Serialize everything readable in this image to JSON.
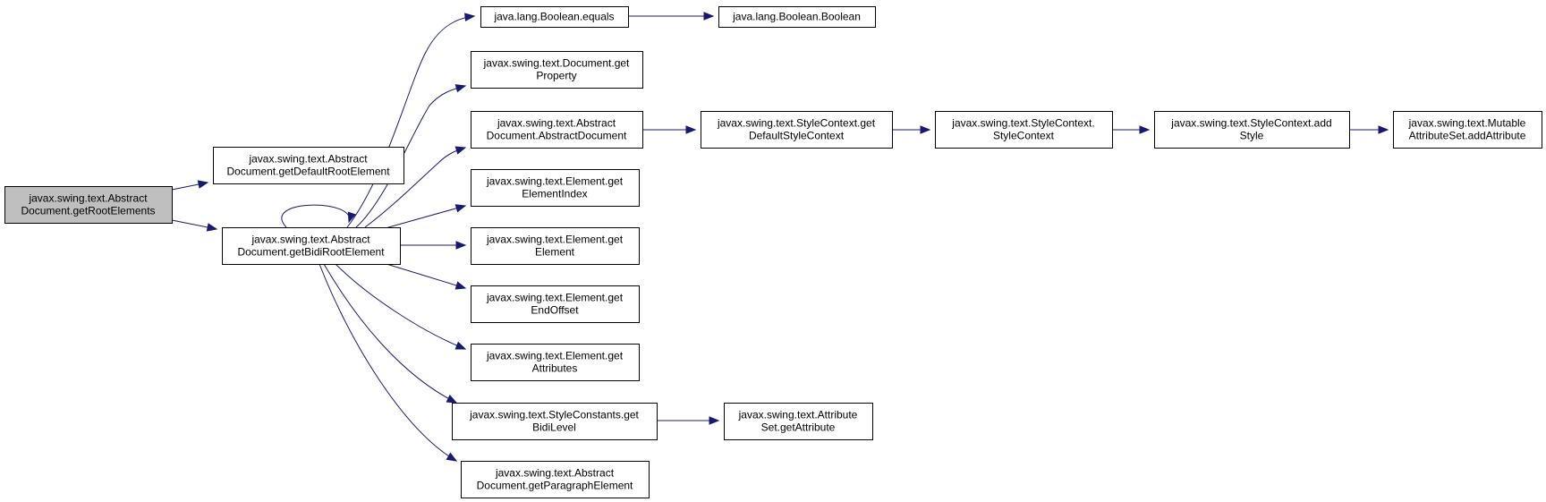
{
  "diagram": {
    "type": "call-graph",
    "colors": {
      "edge": "#191970",
      "root_fill": "#bfbfbf",
      "node_fill": "#ffffff",
      "node_border": "#000000"
    },
    "nodes": [
      {
        "id": "n0",
        "lines": [
          "javax.swing.text.Abstract",
          "Document.getRootElements"
        ],
        "root": true
      },
      {
        "id": "n1",
        "lines": [
          "javax.swing.text.Abstract",
          "Document.getDefaultRootElement"
        ]
      },
      {
        "id": "n2",
        "lines": [
          "javax.swing.text.Abstract",
          "Document.getBidiRootElement"
        ]
      },
      {
        "id": "n3",
        "lines": [
          "java.lang.Boolean.equals"
        ]
      },
      {
        "id": "n4",
        "lines": [
          "java.lang.Boolean.Boolean"
        ]
      },
      {
        "id": "n5",
        "lines": [
          "javax.swing.text.Document.get",
          "Property"
        ]
      },
      {
        "id": "n6",
        "lines": [
          "javax.swing.text.Abstract",
          "Document.AbstractDocument"
        ]
      },
      {
        "id": "n7",
        "lines": [
          "javax.swing.text.StyleContext.get",
          "DefaultStyleContext"
        ]
      },
      {
        "id": "n8",
        "lines": [
          "javax.swing.text.StyleContext.",
          "StyleContext"
        ]
      },
      {
        "id": "n9",
        "lines": [
          "javax.swing.text.StyleContext.add",
          "Style"
        ]
      },
      {
        "id": "n10",
        "lines": [
          "javax.swing.text.Mutable",
          "AttributeSet.addAttribute"
        ]
      },
      {
        "id": "n11",
        "lines": [
          "javax.swing.text.Element.get",
          "ElementIndex"
        ]
      },
      {
        "id": "n12",
        "lines": [
          "javax.swing.text.Element.get",
          "Element"
        ]
      },
      {
        "id": "n13",
        "lines": [
          "javax.swing.text.Element.get",
          "EndOffset"
        ]
      },
      {
        "id": "n14",
        "lines": [
          "javax.swing.text.Element.get",
          "Attributes"
        ]
      },
      {
        "id": "n15",
        "lines": [
          "javax.swing.text.StyleConstants.get",
          "BidiLevel"
        ]
      },
      {
        "id": "n16",
        "lines": [
          "javax.swing.text.Attribute",
          "Set.getAttribute"
        ]
      },
      {
        "id": "n17",
        "lines": [
          "javax.swing.text.Abstract",
          "Document.getParagraphElement"
        ]
      }
    ],
    "edges": [
      {
        "from": "n0",
        "to": "n1"
      },
      {
        "from": "n0",
        "to": "n2"
      },
      {
        "from": "n2",
        "to": "n2"
      },
      {
        "from": "n2",
        "to": "n3"
      },
      {
        "from": "n3",
        "to": "n4"
      },
      {
        "from": "n2",
        "to": "n5"
      },
      {
        "from": "n2",
        "to": "n6"
      },
      {
        "from": "n6",
        "to": "n7"
      },
      {
        "from": "n7",
        "to": "n8"
      },
      {
        "from": "n8",
        "to": "n9"
      },
      {
        "from": "n9",
        "to": "n10"
      },
      {
        "from": "n2",
        "to": "n11"
      },
      {
        "from": "n2",
        "to": "n12"
      },
      {
        "from": "n2",
        "to": "n13"
      },
      {
        "from": "n2",
        "to": "n14"
      },
      {
        "from": "n2",
        "to": "n15"
      },
      {
        "from": "n15",
        "to": "n16"
      },
      {
        "from": "n2",
        "to": "n17"
      }
    ]
  }
}
